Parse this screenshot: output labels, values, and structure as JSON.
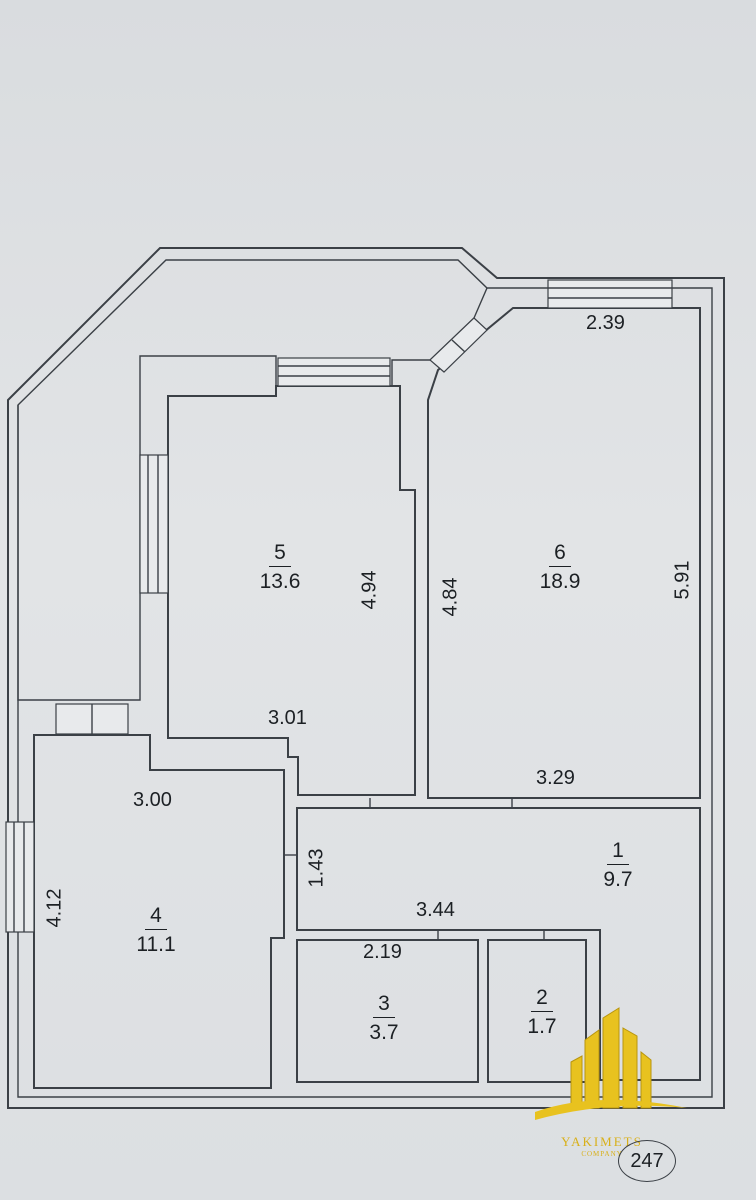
{
  "rooms": [
    {
      "no": "1",
      "area": "9.7"
    },
    {
      "no": "2",
      "area": "1.7"
    },
    {
      "no": "3",
      "area": "3.7"
    },
    {
      "no": "4",
      "area": "11.1"
    },
    {
      "no": "5",
      "area": "13.6"
    },
    {
      "no": "6",
      "area": "18.9"
    }
  ],
  "dimensions": {
    "d239": "2.39",
    "d591": "5.91",
    "d484": "4.84",
    "d494": "4.94",
    "d301": "3.01",
    "d329": "3.29",
    "d300": "3.00",
    "d143": "1.43",
    "d412": "4.12",
    "d344": "3.44",
    "d219": "2.19"
  },
  "sheet_number": "247",
  "logo": {
    "name": "YAKIMETS",
    "sub": "COMPANY"
  },
  "colors": {
    "accent": "#d8b019",
    "line": "#3b4046",
    "paper": "#dcdfe1"
  }
}
